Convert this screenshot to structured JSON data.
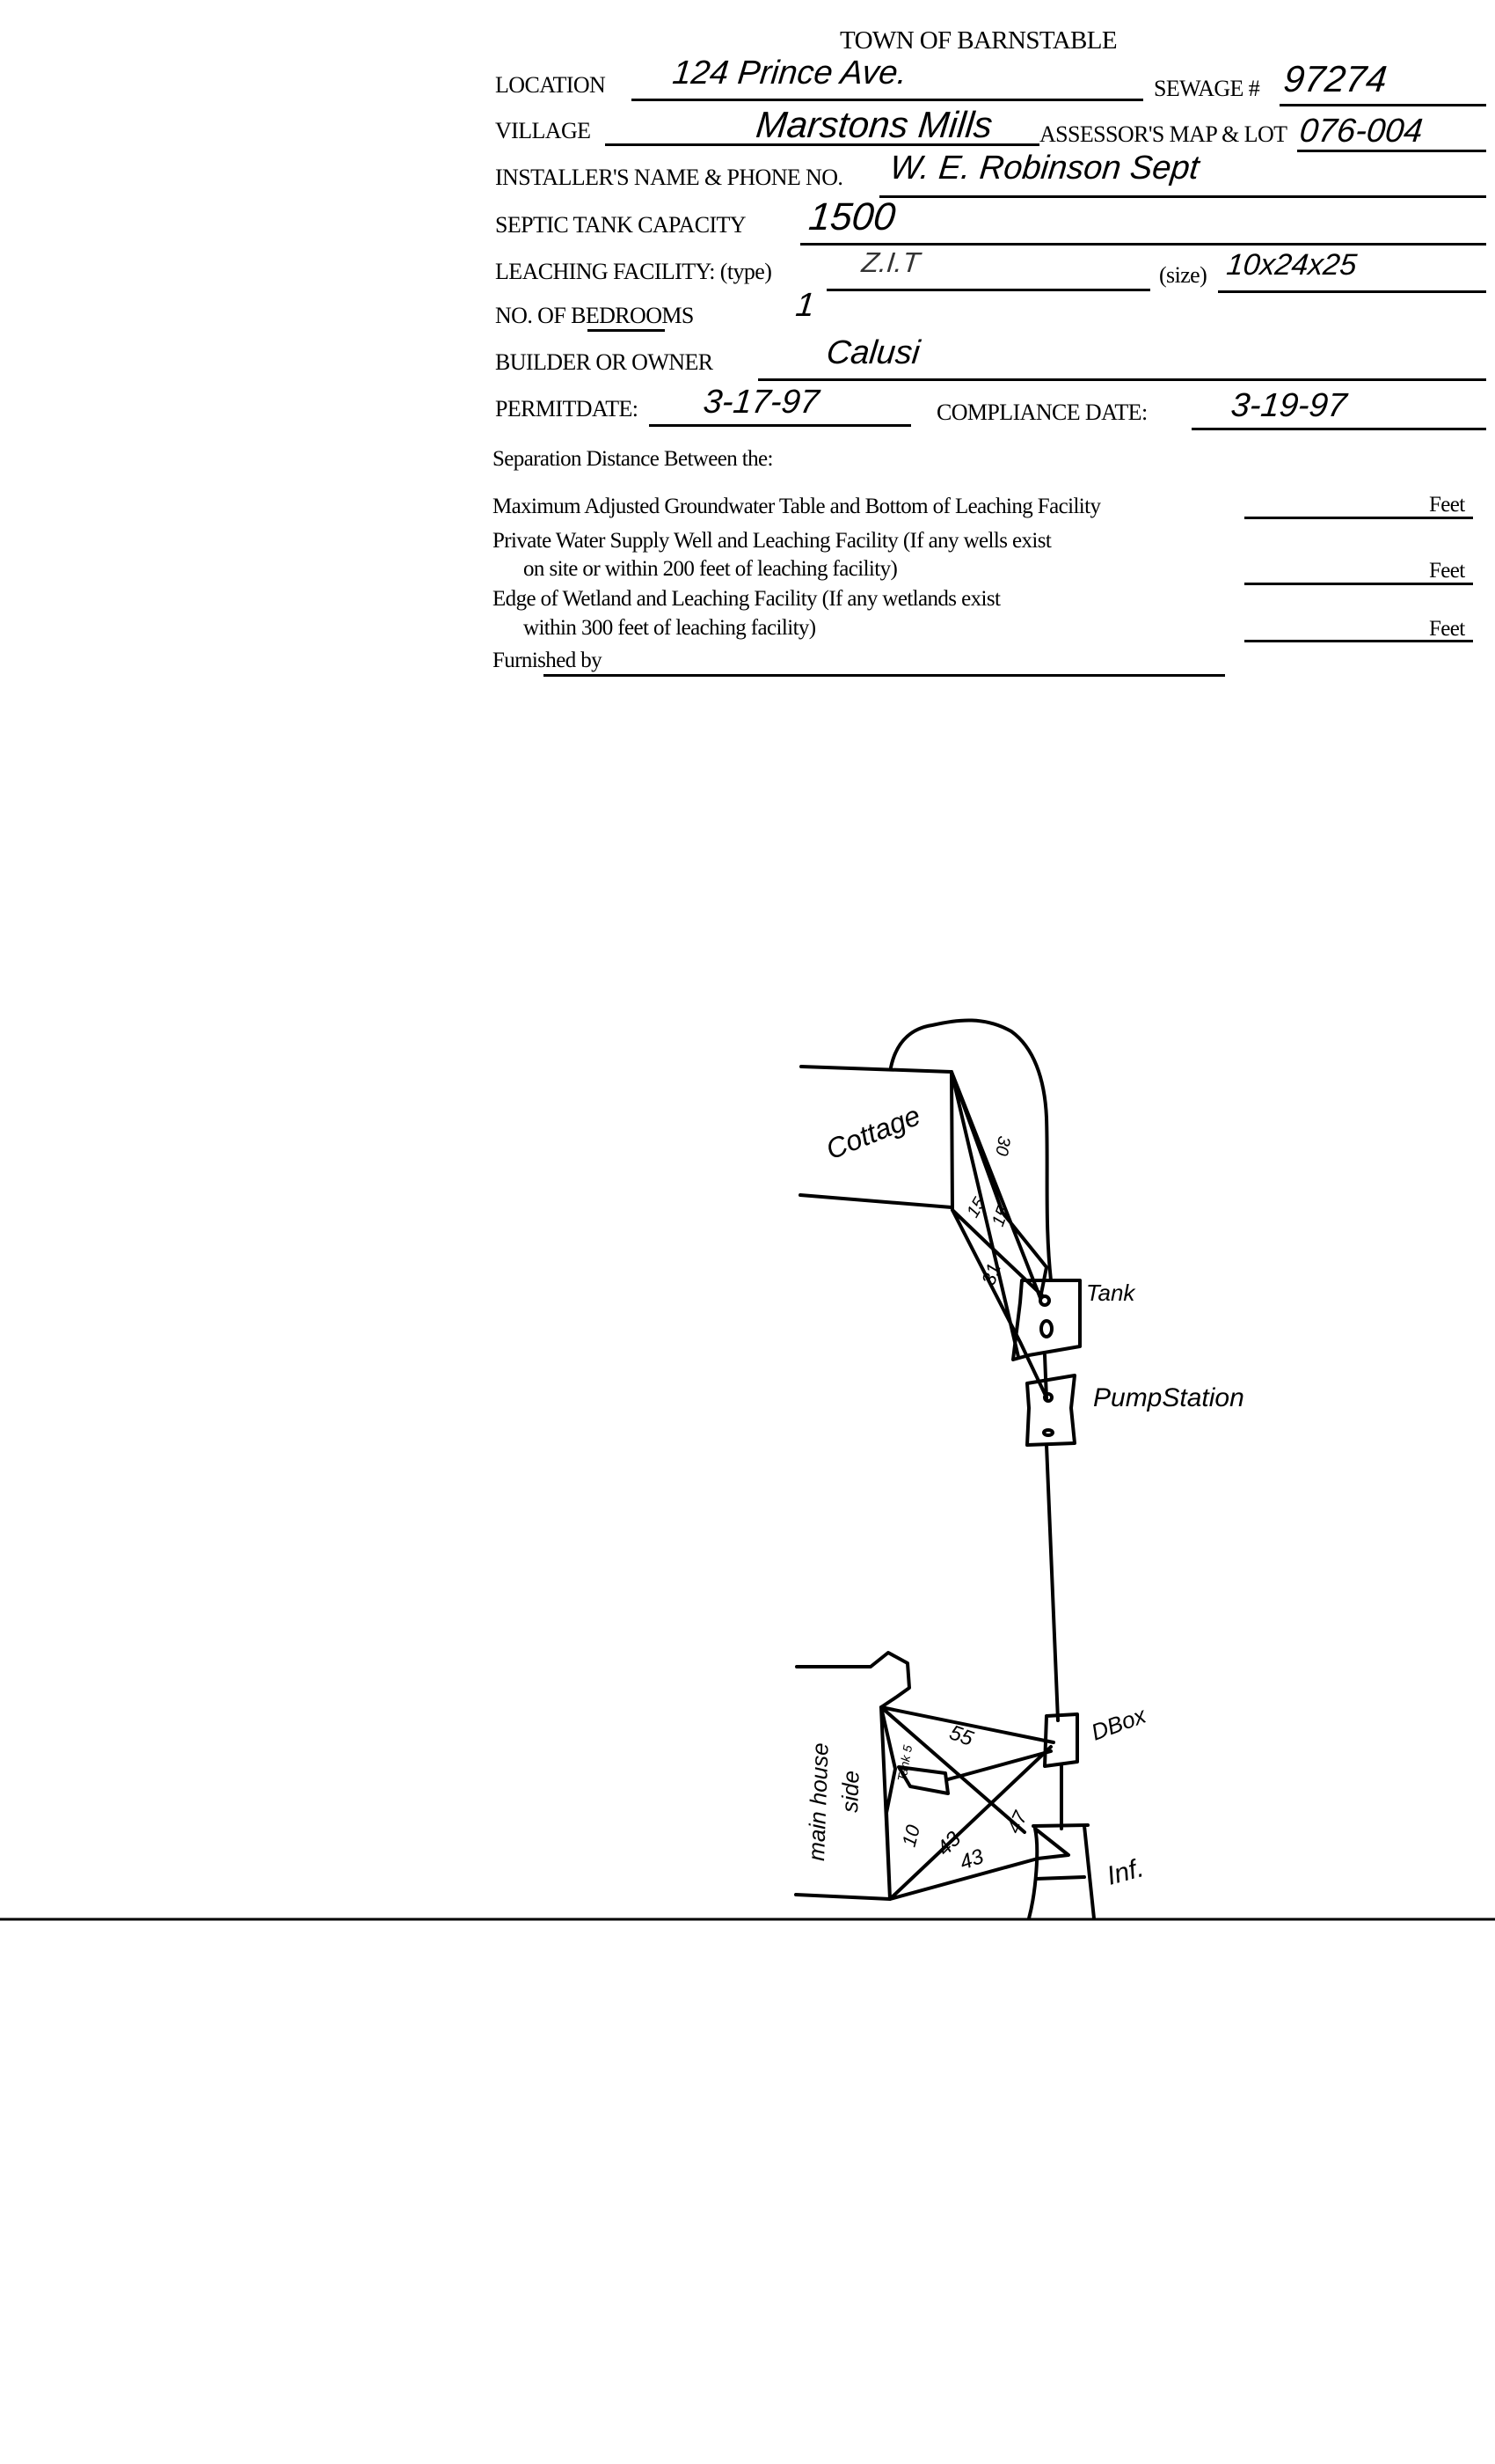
{
  "form": {
    "title": "TOWN OF BARNSTABLE",
    "location_label": "LOCATION",
    "location_value": "124 Prince Ave.",
    "sewage_label": "SEWAGE #",
    "sewage_value": "97274",
    "village_label": "VILLAGE",
    "village_value": "Marstons Mills",
    "map_lot_label": "ASSESSOR'S MAP & LOT",
    "map_lot_value": "076-004",
    "installer_label": "INSTALLER'S NAME & PHONE NO.",
    "installer_value": "W. E. Robinson Sept",
    "tank_label": "SEPTIC TANK CAPACITY",
    "tank_value": "1500",
    "leaching_label": "LEACHING FACILITY: (type)",
    "leaching_type_value": "Z.I.T",
    "size_label": "(size)",
    "size_value": "10x24x25",
    "bedrooms_label": "NO. OF BEDROOMS",
    "bedrooms_value": "1",
    "owner_label": "BUILDER OR OWNER",
    "owner_value": "Calusi",
    "permit_label": "PERMITDATE:",
    "permit_value": "3-17-97",
    "compliance_label": "COMPLIANCE DATE:",
    "compliance_value": "3-19-97"
  },
  "separation": {
    "heading": "Separation Distance Between the:",
    "row1": "Maximum Adjusted Groundwater Table and Bottom of Leaching Facility",
    "row2a": "Private Water Supply Well and Leaching Facility  (If any wells exist",
    "row2b": "on site or within 200 feet of leaching facility)",
    "row3a": "Edge of Wetland and Leaching Facility (If any wetlands exist",
    "row3b": "within 300 feet of leaching facility)",
    "unit": "Feet",
    "furnished_label": "Furnished by"
  },
  "sketch": {
    "cottage": "Cottage",
    "tank": "Tank",
    "pump": "PumpStation",
    "dbox": "DBox",
    "inf": "Inf.",
    "house": "main house",
    "side": "side",
    "d1": "30",
    "d2": "15",
    "d3": "15",
    "d4": "31",
    "d5": "55",
    "d6": "10",
    "d7": "43",
    "d8": "43",
    "d9": "47",
    "d10": "Tank 5"
  }
}
